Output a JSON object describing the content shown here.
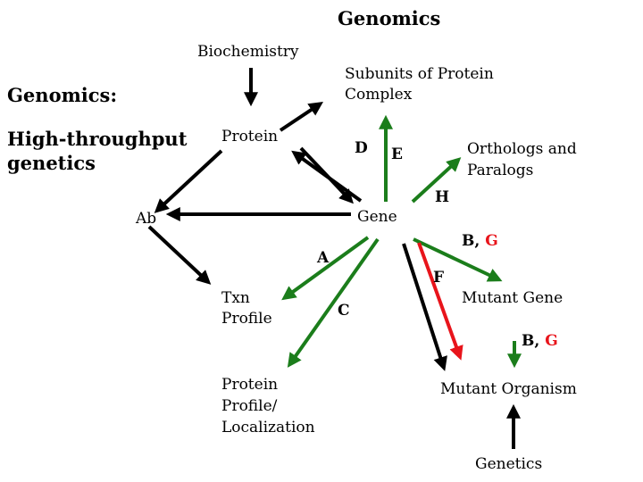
{
  "title": "Genomics",
  "left_heading": "Genomics:",
  "left_subheading": [
    "High-throughput",
    "genetics"
  ],
  "nodes": {
    "biochemistry": "Biochemistry",
    "subunits": [
      "Subunits of Protein",
      "Complex"
    ],
    "protein": "Protein",
    "orthologs": [
      "Orthologs and",
      "Paralogs"
    ],
    "ab": "Ab",
    "gene": "Gene",
    "txn_profile": [
      "Txn",
      "Profile"
    ],
    "protein_profile": [
      "Protein",
      "Profile/",
      "Localization"
    ],
    "mutant_gene": "Mutant Gene",
    "mutant_organism": "Mutant Organism",
    "genetics": "Genetics"
  },
  "edge_labels": {
    "d": "D",
    "e": "E",
    "h": "H",
    "a": "A",
    "c": "C",
    "f": "F",
    "bg1": {
      "b": "B,",
      "g": "G"
    },
    "bg2": {
      "b": "B,",
      "g": "G"
    }
  },
  "colors": {
    "black": "#000000",
    "green": "#1b7d1b",
    "red": "#e8141b"
  }
}
